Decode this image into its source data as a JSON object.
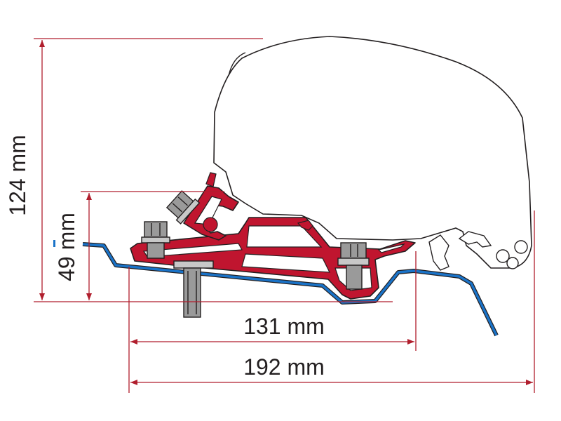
{
  "dimensions": {
    "total_height_label": "124 mm",
    "bracket_height_label": "49 mm",
    "inner_width_label": "131 mm",
    "total_width_label": "192 mm"
  },
  "colors": {
    "dimension_line": "#b01e2d",
    "bracket_red": "#c0152f",
    "rail_blue": "#1a73c8",
    "outline": "#231f20",
    "bolt_gray": "#9a9a9a"
  }
}
